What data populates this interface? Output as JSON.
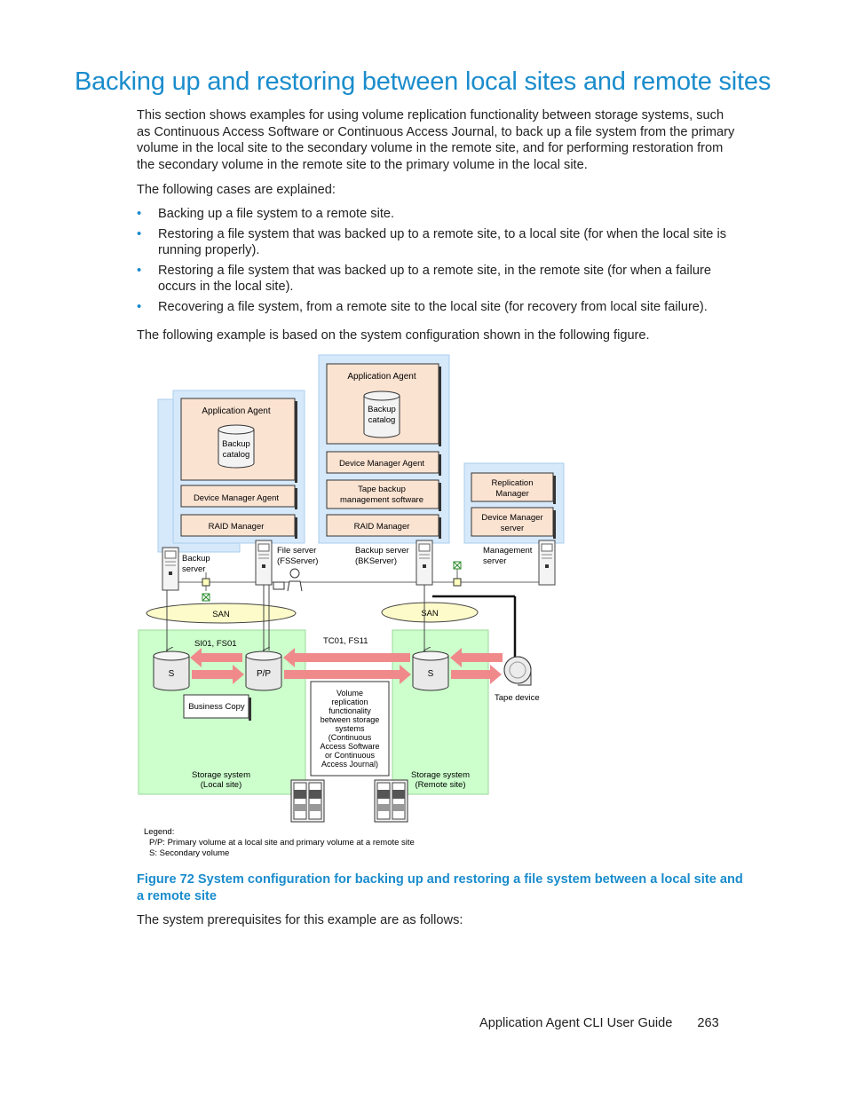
{
  "title": "Backing up and restoring between local sites and remote sites",
  "intro": "This section shows examples for using volume replication functionality between storage systems, such as Continuous Access Software or Continuous Access Journal, to back up a file system from the primary volume in the local site to the secondary volume in the remote site, and for performing restoration from the secondary volume in the remote site to the primary volume in the local site.",
  "cases_intro": "The following cases are explained:",
  "cases": [
    "Backing up a file system to a remote site.",
    "Restoring a file system that was backed up to a remote site, to a local site (for when the local site is running properly).",
    "Restoring a file system that was backed up to a remote site, in the remote site (for when a failure occurs in the local site).",
    "Recovering a file system, from a remote site to the local site (for recovery from local site failure)."
  ],
  "bullet_char": "•",
  "example_intro": "The following example is based on the system configuration shown in the following figure.",
  "figure": {
    "left_server": {
      "app_agent": "Application Agent",
      "catalog_line1": "Backup",
      "catalog_line2": "catalog",
      "dma": "Device Manager Agent",
      "raid": "RAID Manager"
    },
    "mid_server": {
      "app_agent": "Application Agent",
      "catalog_line1": "Backup",
      "catalog_line2": "catalog",
      "dma": "Device Manager Agent",
      "tape_line1": "Tape backup",
      "tape_line2": "management software",
      "raid": "RAID Manager"
    },
    "mgmt_box": {
      "repl_line1": "Replication",
      "repl_line2": "Manager",
      "dms_line1": "Device Manager",
      "dms_line2": "server"
    },
    "backup_server_line1": "Backup",
    "backup_server_line2": "server",
    "file_server_line1": "File server",
    "file_server_line2": "(FSServer)",
    "bk_server_line1": "Backup server",
    "bk_server_line2": "(BKServer)",
    "mgmt_server_line1": "Management",
    "mgmt_server_line2": "server",
    "san_left": "SAN",
    "san_right": "SAN",
    "si_label": "SI01, FS01",
    "tc_label": "TC01, FS11",
    "vol_s": "S",
    "vol_pp": "P/P",
    "vol_s_remote": "S",
    "business_copy": "Business Copy",
    "tape_device": "Tape device",
    "volume_repl": [
      "Volume",
      "replication",
      "functionality",
      "between storage",
      "systems",
      "(Continuous",
      "Access Software",
      "or Continuous",
      "Access Journal)"
    ],
    "storage_local_line1": "Storage system",
    "storage_local_line2": "(Local site)",
    "storage_remote_line1": "Storage system",
    "storage_remote_line2": "(Remote site)",
    "legend_title": "Legend:",
    "legend_pp": "P/P: Primary volume at a local site and primary volume at a remote site",
    "legend_s": "S: Secondary volume",
    "colors": {
      "software_box_fill": "#fbe3d2",
      "server_panel_fill": "#d6e9fb",
      "storage_fill": "#ccffcc",
      "arrow": "#f08a8a",
      "san_fill": "#fdfbc9"
    }
  },
  "caption": "Figure 72 System configuration for backing up and restoring a file system between a local site and a remote site",
  "prereq": "The system prerequisites for this example are as follows:",
  "footer_title": "Application Agent CLI User Guide",
  "page_number": "263"
}
